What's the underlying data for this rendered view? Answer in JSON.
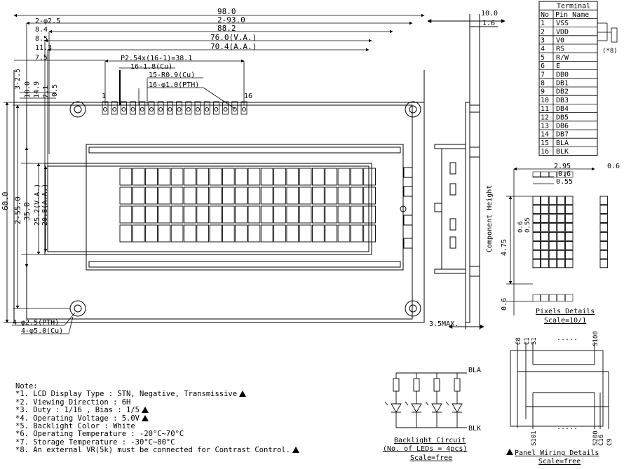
{
  "dimensions": {
    "top": [
      "98.0",
      "2-93.0",
      "88.2",
      "76.0(V.A.)",
      "70.4(A.A.)"
    ],
    "top_left": [
      "2-φ2.5",
      "8.4",
      "8.5",
      "11.3",
      "7.5"
    ],
    "pitch": "P2.54x(16-1)=38.1",
    "pin_width": "16-1.8(Cu)",
    "pad": "15-R0.9(Cu)",
    "hole": "16-φ1.0(PTH)",
    "pin_first": "1",
    "pin_last": "16",
    "left_vertical": [
      "3-2.5",
      "10.0",
      "14.9",
      "7.1",
      "0.5"
    ],
    "height": [
      "60.0",
      "2-55.0",
      "35.0",
      "25.2(V.A.)",
      "20.8(A.A.)"
    ],
    "mount": [
      "4-φ2.5(PTH)",
      "4-φ5.0(Cu)"
    ],
    "side": [
      "10.0",
      "1.6"
    ],
    "component_height": "Component Height",
    "max_thickness": "3.5MAX."
  },
  "terminal": {
    "title": "Terminal",
    "headers": [
      "No",
      "Pin Name"
    ],
    "rows": [
      [
        "1",
        "VSS"
      ],
      [
        "2",
        "VDD"
      ],
      [
        "3",
        "V0"
      ],
      [
        "4",
        "RS"
      ],
      [
        "5",
        "R/W"
      ],
      [
        "6",
        "E"
      ],
      [
        "7",
        "DB0"
      ],
      [
        "8",
        "DB1"
      ],
      [
        "9",
        "DB2"
      ],
      [
        "10",
        "DB3"
      ],
      [
        "11",
        "DB4"
      ],
      [
        "12",
        "DB5"
      ],
      [
        "13",
        "DB6"
      ],
      [
        "14",
        "DB7"
      ],
      [
        "15",
        "BLA"
      ],
      [
        "16",
        "BLK"
      ]
    ],
    "vr_note": "(*8)"
  },
  "pixels": {
    "dims": [
      "2.95",
      "0.6",
      "0.55",
      "0.6",
      "0.6",
      "0.55",
      "4.75",
      "0.6"
    ],
    "title": "Pixels Details",
    "scale": "Scale=10/1"
  },
  "backlight": {
    "bla": "BLA",
    "blk": "BLK",
    "title": "Backlight Circuit",
    "leds": "(No. of LEDs = 4pcs)",
    "scale": "Scale=free"
  },
  "panel": {
    "labels_top": [
      "C8",
      "C1",
      "S1",
      "S100"
    ],
    "dots": ".....",
    "labels_bottom": [
      "S101",
      "S200",
      "C16",
      "C9"
    ],
    "title": "Panel Wiring Details",
    "scale": "Scale=free"
  },
  "notes": {
    "heading": "Note:",
    "items": [
      {
        "text": "*1. LCD Display Type : STN, Negative, Transmissive",
        "warn": true
      },
      {
        "text": "*2. Viewing Direction : 6H",
        "warn": false
      },
      {
        "text": "*3. Duty : 1/16 , Bias : 1/5",
        "warn": true
      },
      {
        "text": "*4. Operating Voltage : 5.0V",
        "warn": true
      },
      {
        "text": "*5. Backlight Color : White",
        "warn": false
      },
      {
        "text": "*6. Operating Temperature : -20°C~70°C",
        "warn": false
      },
      {
        "text": "*7. Storage Temperature : -30°C~80°C",
        "warn": false
      },
      {
        "text": "*8. An external VR(5k) must be connected for Contrast Control.",
        "warn": true
      }
    ]
  }
}
